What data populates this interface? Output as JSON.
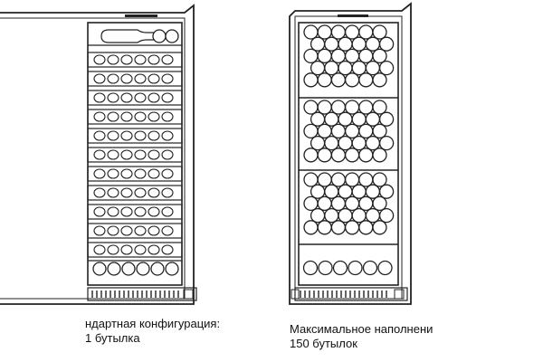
{
  "figure": {
    "left_cooler": {
      "caption_line1": "ндартная конфигурация:",
      "caption_line2": "1 бутылка",
      "view": "front, shelves with bottles in rows"
    },
    "right_cooler": {
      "caption_line1": "Максимальное наполнени",
      "caption_line2": "150 бутылок",
      "view": "front, bottles stacked densely in three zones"
    },
    "colors": {
      "line": "#222222",
      "background": "#ffffff"
    }
  }
}
